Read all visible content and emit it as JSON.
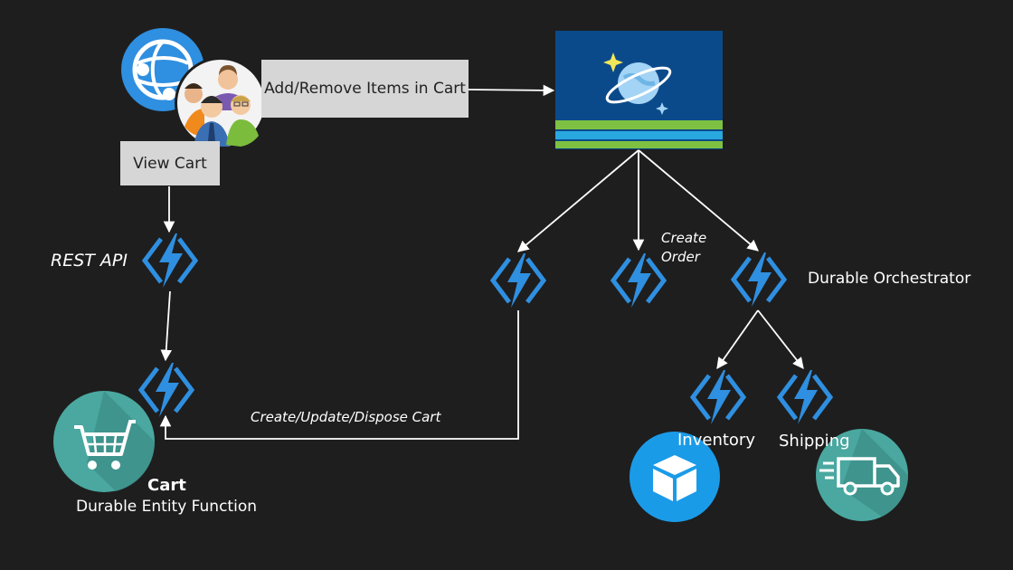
{
  "labels": {
    "add_remove": "Add/Remove Items in Cart",
    "view_cart": "View Cart",
    "rest_api": "REST API",
    "create_order_1": "Create",
    "create_order_2": "Order",
    "durable_orchestrator": "Durable Orchestrator",
    "create_update_dispose": "Create/Update/Dispose Cart",
    "inventory": "Inventory",
    "shipping": "Shipping",
    "cart_title": "Cart",
    "cart_subtitle": "Durable Entity Function"
  },
  "colors": {
    "background": "#1e1e1e",
    "function_blue": "#2f8fe0",
    "cosmos_bg": "#0b4a8a",
    "teal": "#4aa8a0",
    "box_gray": "#d6d6d6",
    "inventory_blue": "#1a9be8"
  },
  "icons": {
    "web": "globe-network-icon",
    "users": "users-group-icon",
    "cosmos": "cosmos-db-icon",
    "function": "azure-function-icon",
    "cart": "shopping-cart-icon",
    "inventory": "package-box-icon",
    "shipping": "delivery-truck-icon"
  }
}
